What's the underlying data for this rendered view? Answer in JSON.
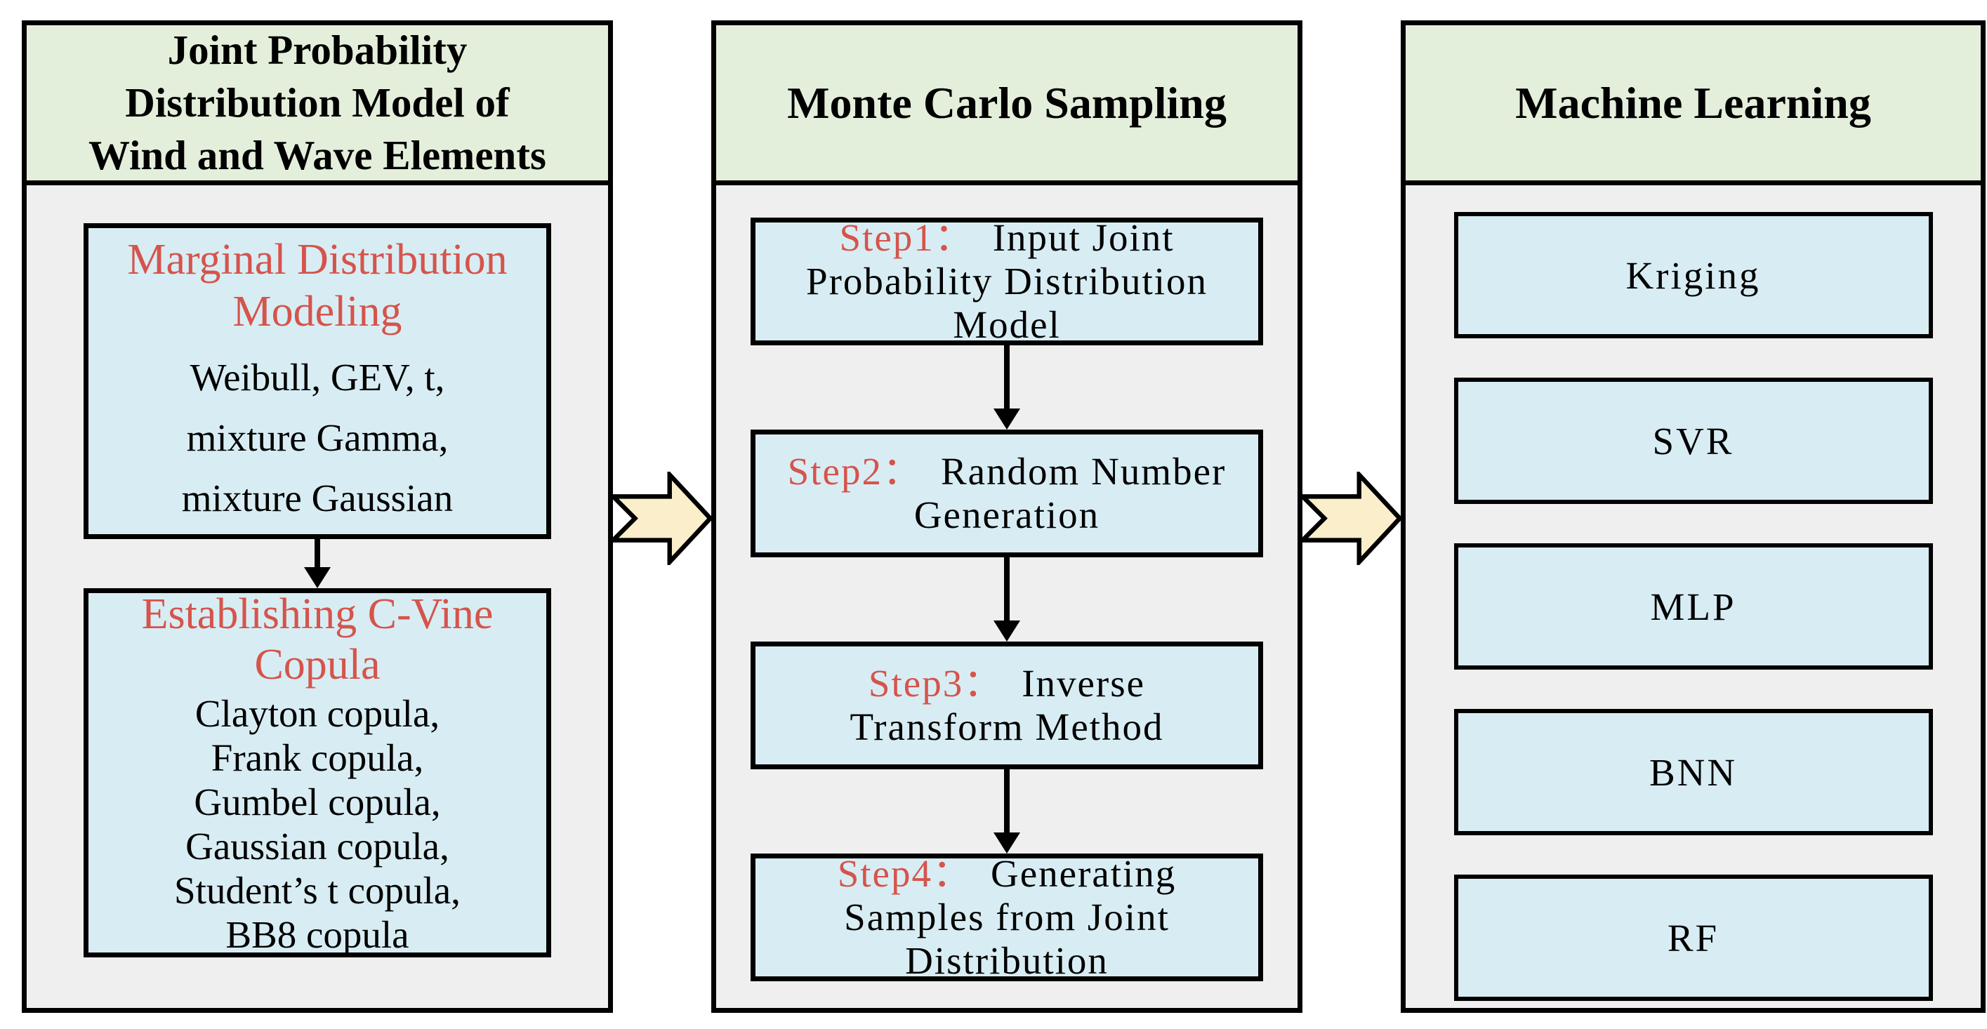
{
  "columns": [
    {
      "header": {
        "lines": [
          "Joint Probability",
          "Distribution Model of",
          "Wind and Wave Elements"
        ]
      },
      "boxes": [
        {
          "title_lines": [
            "Marginal Distribution",
            "Modeling"
          ],
          "body_lines": [
            "Weibull, GEV, t,",
            "mixture Gamma,",
            "mixture Gaussian"
          ]
        },
        {
          "title_lines": [
            "Establishing C-Vine",
            "Copula"
          ],
          "body_lines": [
            "Clayton copula,",
            "Frank copula,",
            "Gumbel copula,",
            "Gaussian copula,",
            "Student’s t copula,",
            "BB8 copula"
          ]
        }
      ]
    },
    {
      "header": {
        "lines": [
          "Monte Carlo Sampling"
        ]
      },
      "steps": [
        {
          "label": "Step1：",
          "lines": [
            "Input Joint",
            "Probability Distribution",
            "Model"
          ]
        },
        {
          "label": "Step2：",
          "lines": [
            "Random Number",
            "Generation"
          ]
        },
        {
          "label": "Step3：",
          "lines": [
            "Inverse",
            "Transform Method"
          ]
        },
        {
          "label": "Step4：",
          "lines": [
            "Generating",
            "Samples from Joint",
            "Distribution"
          ]
        }
      ]
    },
    {
      "header": {
        "lines": [
          "Machine Learning"
        ]
      },
      "items": [
        "Kriging",
        "SVR",
        "MLP",
        "BNN",
        "RF"
      ]
    }
  ],
  "colors": {
    "column_header_bg": "#e4efdb",
    "column_body_bg": "#efefef",
    "box_bg": "#d8edf3",
    "block_arrow_fill": "#fbeecb",
    "accent_red": "#d5544c",
    "border": "#000000"
  }
}
